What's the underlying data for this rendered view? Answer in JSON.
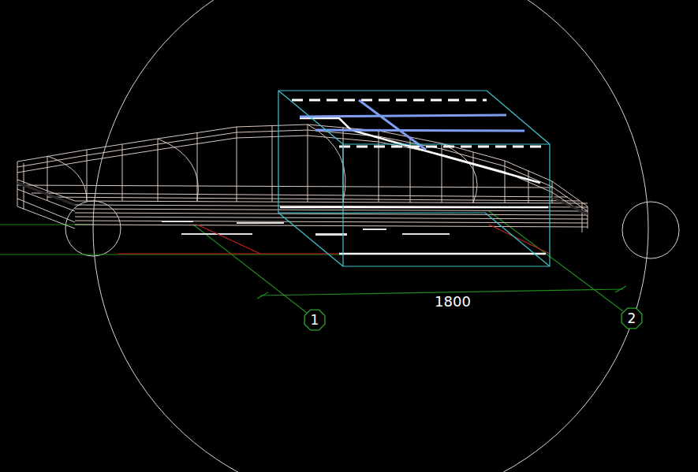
{
  "diagram": {
    "nodes": [
      {
        "text": [
          "1"
        ]
      },
      {
        "text": [
          "2"
        ]
      }
    ],
    "labels": [
      "1800"
    ]
  }
}
